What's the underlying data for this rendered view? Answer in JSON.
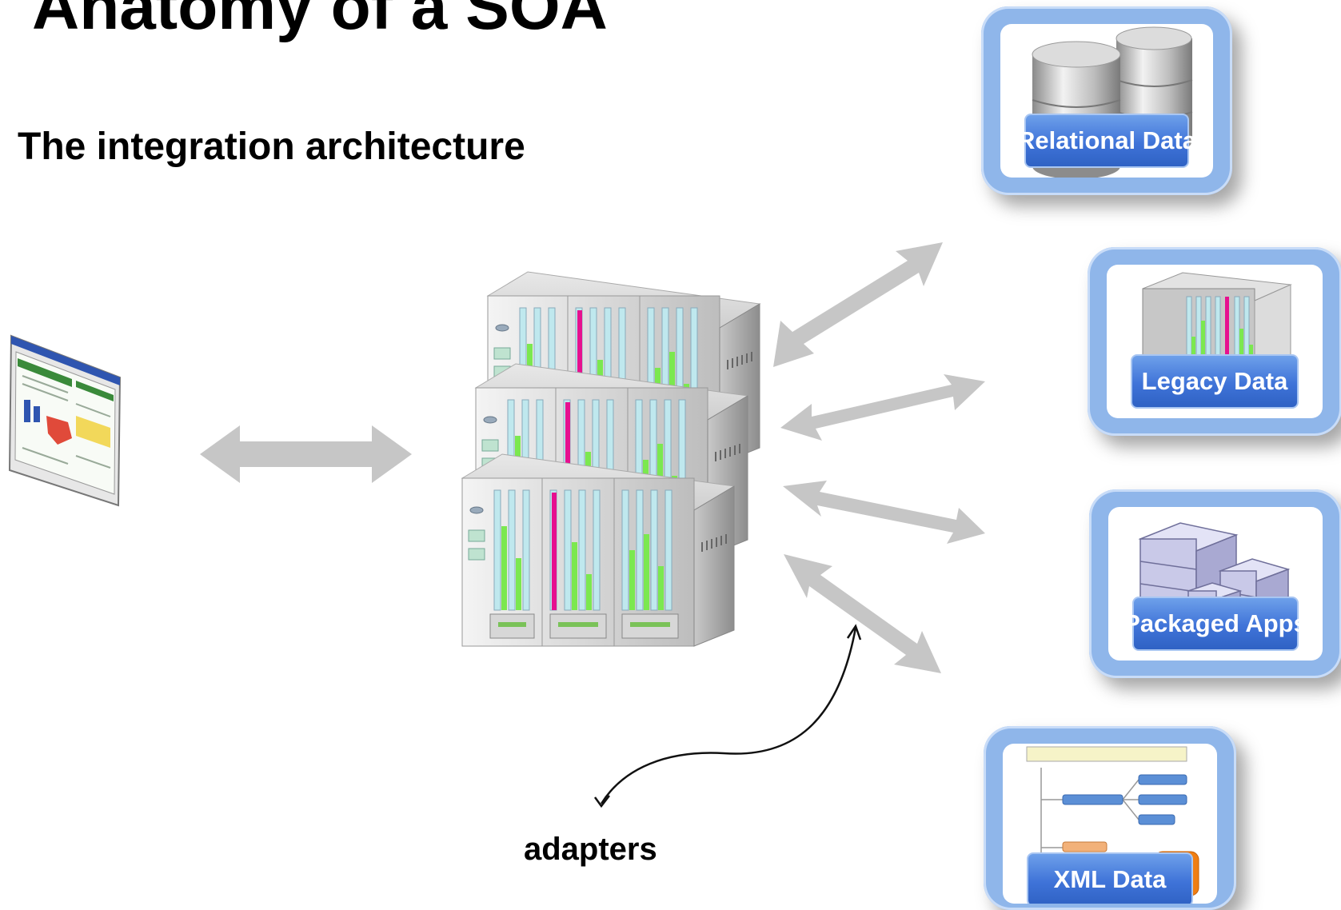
{
  "slide": {
    "title": "Anatomy of a SOA",
    "subtitle": "The integration architecture",
    "annotation": "adapters"
  },
  "sources": [
    {
      "label": "Relational Data",
      "icon": "database-cylinders-icon"
    },
    {
      "label": "Legacy Data",
      "icon": "legacy-server-icon"
    },
    {
      "label": "Packaged Apps",
      "icon": "stacked-boxes-icon"
    },
    {
      "label": "XML Data",
      "icon": "xml-document-rss-icon"
    }
  ],
  "colors": {
    "tile_frame": "#8fb6ea",
    "tile_label": "#3f73d8",
    "arrow": "#c6c6c6",
    "server_bar_green": "#7be84f",
    "server_bar_magenta": "#e6108f",
    "rss_orange": "#f07e12"
  }
}
